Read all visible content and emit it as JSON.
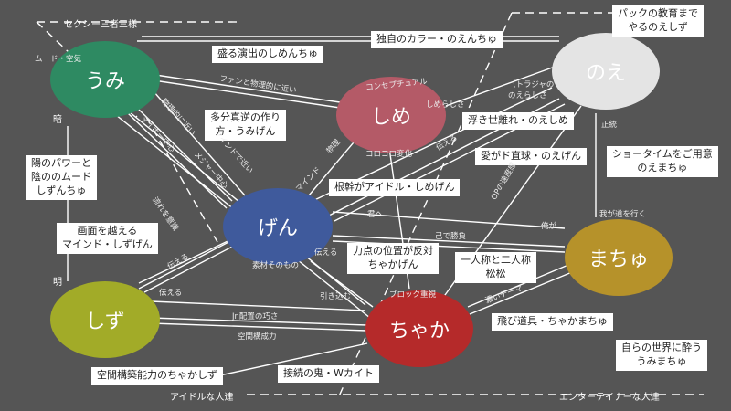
{
  "colors": {
    "background": "#555555",
    "umi": "#2e8a62",
    "shime": "#b45a67",
    "noe": "#e4e4e4",
    "gen": "#3f5a9c",
    "shizu": "#a2ab28",
    "chaka": "#b52a2a",
    "machu": "#b6922a"
  },
  "nodes": {
    "umi": "うみ",
    "shime": "しめ",
    "noe": "のえ",
    "gen": "げん",
    "shizu": "しず",
    "chaka": "ちゃか",
    "machu": "まちゅ"
  },
  "boxes": {
    "sakaru": "盛る演出のしめんちゅ",
    "dokuji": "独自のカラー・のえんちゅ",
    "pack": [
      "パックの教育まで",
      "やるのえしず"
    ],
    "tabun": [
      "多分真逆の作り",
      "方・うみげん"
    ],
    "ukiyo": "浮き世離れ・のえしめ",
    "ai": "愛がド直球・のえげん",
    "showtime": [
      "ショータイムをご用意",
      "のえまちゅ"
    ],
    "yoko": [
      "陽のパワーと",
      "陰ののムード",
      "しずんちゅ"
    ],
    "konkan": "根幹がアイドル・しめげん",
    "gamen": [
      "画面を越える",
      "マインド・しずげん"
    ],
    "rikiten": [
      "力点の位置が反対",
      "ちゃかげん"
    ],
    "hitori": [
      "一人称と二人称",
      "松松"
    ],
    "tobi": "飛び道具・ちゃかまちゅ",
    "mizukara": [
      "自らの世界に酔う",
      "うみまちゅ"
    ],
    "kukan": "空間構築能力のちゃかしず",
    "setsuzoku": "接続の鬼・Wカイト"
  },
  "labels": {
    "sexy": "セクシー三者三様",
    "mood": "ムード・空気",
    "fan": "ファンと物理的に近い",
    "concept": "コンセプチュアル",
    "tragic": [
      "（トラジャの",
      "のえらしさ"
    ],
    "shimerashisa": "しめらしさ",
    "seito": "正統",
    "butsuri_kin": "物理的に近い",
    "minor": "マイナー中心",
    "mind_chikai": "マインドで近い",
    "major": "メジャー中心",
    "butsuri": "物理",
    "korokoro": "コロコロ変化",
    "tsutaeru1": "伝える",
    "op": "OPの速度感",
    "mind": "マインド",
    "nagare": "流れを意識",
    "kimi": "君へ",
    "ore": "俺が",
    "onore": "己で勝負",
    "waga": "我が道を行く",
    "tsutaeru2": "伝える",
    "sozai": "素材そのもの",
    "tsutaeru3": "伝える",
    "tsutaeru4": "伝える",
    "hikikomu": "引き込む",
    "block": "ブロック重視",
    "koi": "濃いテーマ",
    "jr": "Jr.配置の巧さ",
    "kukan_kosei": "空間構成力"
  },
  "axes": {
    "dark": "暗",
    "bright": "明",
    "idol": "アイドルな人達",
    "entertainer": "エンターテイナーな人達"
  }
}
